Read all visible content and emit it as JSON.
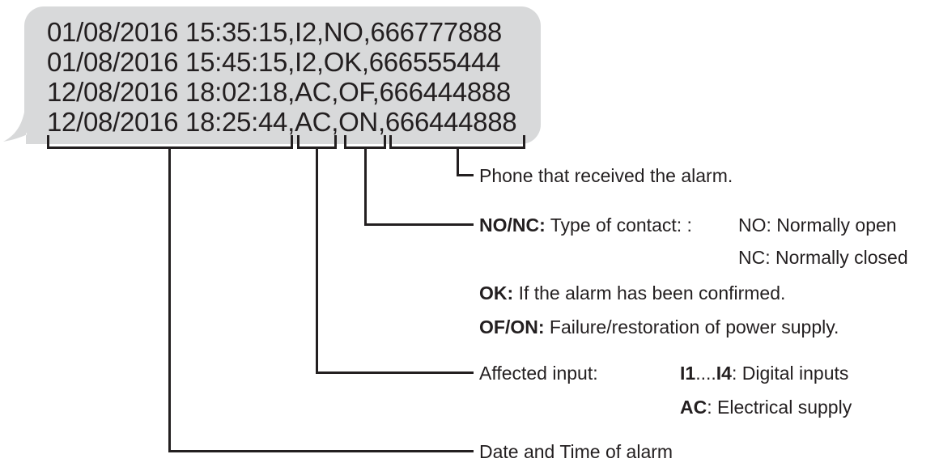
{
  "colors": {
    "bubble_fill": "#d8d9da",
    "ink": "#231f20",
    "background": "#ffffff"
  },
  "sms_bubble": {
    "lines": [
      "01/08/2016 15:35:15,I2,NO,666777888",
      "01/08/2016 15:45:15,I2,OK,666555444",
      "12/08/2016 18:02:18,AC,OF,666444888",
      "12/08/2016 18:25:44,AC,ON,666444888"
    ]
  },
  "annotations": {
    "phone": "Phone that received the alarm.",
    "contact_label": "NO/NC:",
    "contact_desc": "Type of contact: :",
    "contact_no": "NO: Normally open",
    "contact_nc": "NC: Normally closed",
    "ok_label": "OK:",
    "ok_desc": "If the alarm has been confirmed.",
    "ofon_label": "OF/ON:",
    "ofon_desc": "Failure/restoration of power supply.",
    "input_label": "Affected input:",
    "input_i1": "I1",
    "input_dots": "....",
    "input_i4": "I4",
    "input_i14_desc": ": Digital inputs",
    "input_ac": "AC",
    "input_ac_desc": ": Electrical supply",
    "datetime": "Date and Time of alarm"
  }
}
